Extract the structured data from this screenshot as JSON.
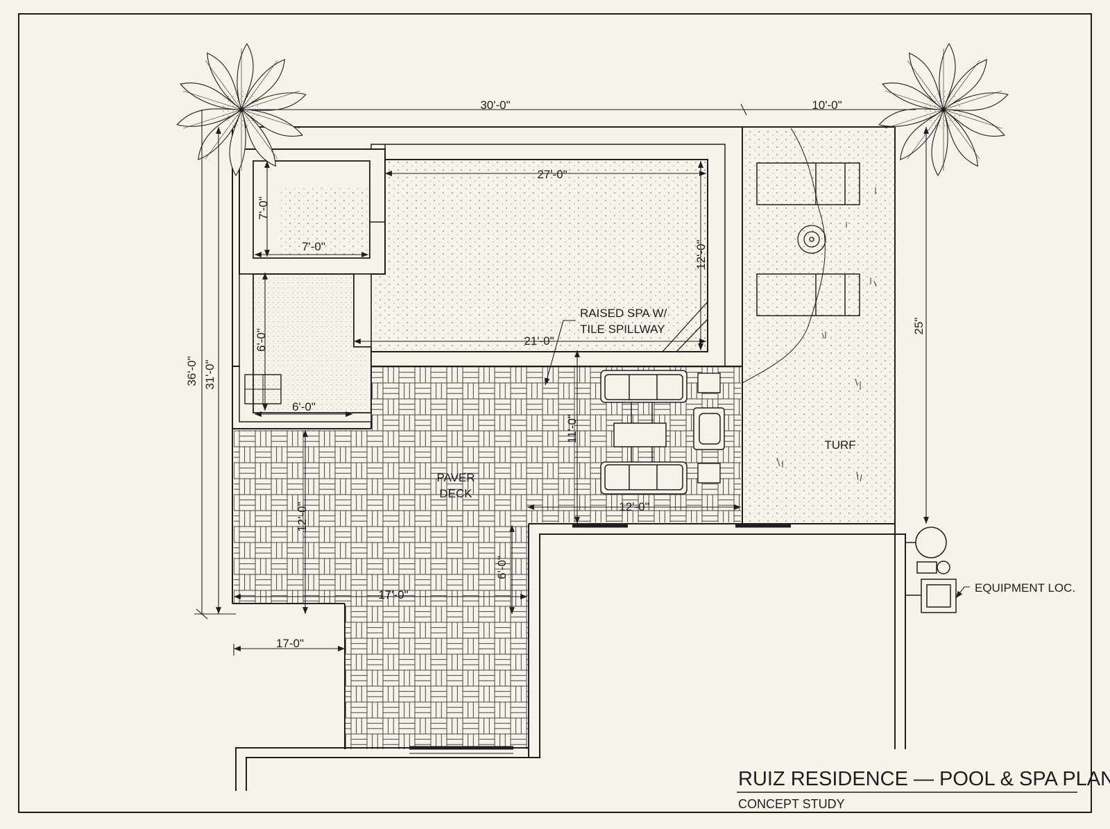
{
  "title": "RUIZ RESIDENCE — POOL & SPA PLAN",
  "subtitle": "CONCEPT STUDY",
  "labels": {
    "raised_spa_1": "RAISED SPA W/",
    "raised_spa_2": "TILE SPILLWAY",
    "paver_1": "PAVER",
    "paver_2": "DECK",
    "turf": "TURF",
    "equipment": "EQUIPMENT LOC."
  },
  "dimensions": {
    "top_overall": "30'-0\"",
    "top_right": "10'-0\"",
    "pool_length": "27'-0\"",
    "pool_width": "12'-0\"",
    "spa_height": "7'-0\"",
    "spa_width": "7'-0\"",
    "sun_shelf_height": "6'-0\"",
    "sun_shelf_width": "6'-0\"",
    "pool_lower_length": "21'-0\"",
    "lounge_depth": "11'-0\"",
    "lounge_width": "12'-0\"",
    "overall_left": "36'-0\"",
    "left_inner": "31'-0\"",
    "deck_depth": "12'-0\"",
    "deck_width": "17'-0\"",
    "step_depth": "6'-0\"",
    "lower_width": "17-0\"",
    "right_side": "25\""
  },
  "colors": {
    "paper": "#f7f3ea",
    "ink": "#1e1e1e"
  }
}
